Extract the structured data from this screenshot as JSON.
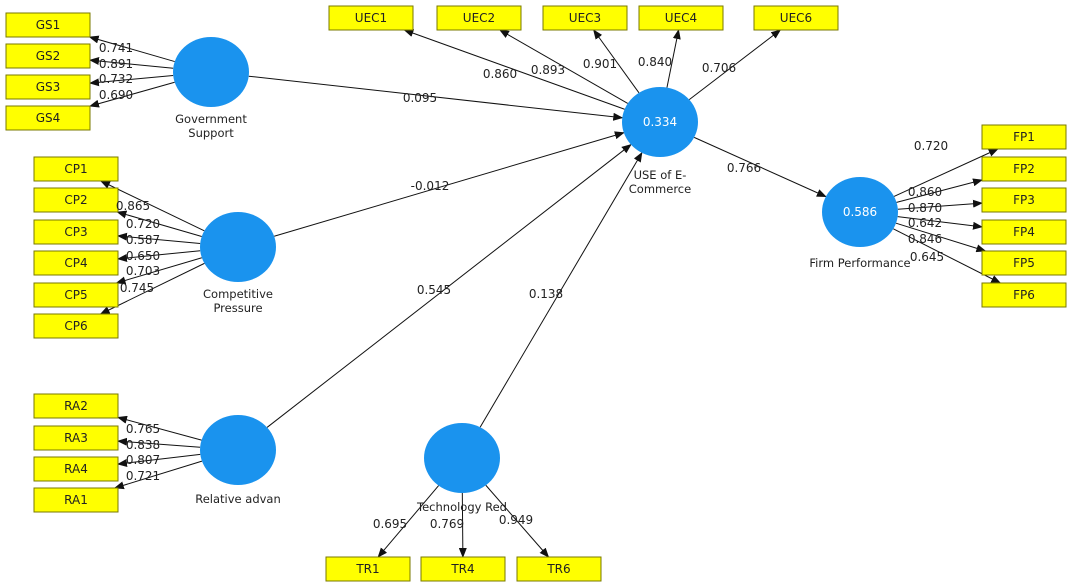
{
  "constructs": [
    {
      "id": "gs",
      "label_lines": [
        "Government",
        "Support"
      ],
      "r2": ""
    },
    {
      "id": "cp",
      "label_lines": [
        "Competitive",
        "Pressure"
      ],
      "r2": ""
    },
    {
      "id": "ra",
      "label_lines": [
        "Relative advan"
      ],
      "r2": ""
    },
    {
      "id": "tr",
      "label_lines": [
        "Technology Red"
      ],
      "r2": ""
    },
    {
      "id": "uec",
      "label_lines": [
        "USE of E-",
        "Commerce"
      ],
      "r2": "0.334"
    },
    {
      "id": "fp",
      "label_lines": [
        "Firm Performance"
      ],
      "r2": "0.586"
    }
  ],
  "indicators": [
    {
      "label": "GS1",
      "construct": "gs",
      "loading": "0.741"
    },
    {
      "label": "GS2",
      "construct": "gs",
      "loading": "0.891"
    },
    {
      "label": "GS3",
      "construct": "gs",
      "loading": "0.732"
    },
    {
      "label": "GS4",
      "construct": "gs",
      "loading": "0.690"
    },
    {
      "label": "CP1",
      "construct": "cp",
      "loading": "0.865"
    },
    {
      "label": "CP2",
      "construct": "cp",
      "loading": "0.720"
    },
    {
      "label": "CP3",
      "construct": "cp",
      "loading": "0.587"
    },
    {
      "label": "CP4",
      "construct": "cp",
      "loading": "0.650"
    },
    {
      "label": "CP5",
      "construct": "cp",
      "loading": "0.703"
    },
    {
      "label": "CP6",
      "construct": "cp",
      "loading": "0.745"
    },
    {
      "label": "RA2",
      "construct": "ra",
      "loading": "0.765"
    },
    {
      "label": "RA3",
      "construct": "ra",
      "loading": "0.838"
    },
    {
      "label": "RA4",
      "construct": "ra",
      "loading": "0.807"
    },
    {
      "label": "RA1",
      "construct": "ra",
      "loading": "0.721"
    },
    {
      "label": "TR1",
      "construct": "tr",
      "loading": "0.695"
    },
    {
      "label": "TR4",
      "construct": "tr",
      "loading": "0.769"
    },
    {
      "label": "TR6",
      "construct": "tr",
      "loading": "0.949"
    },
    {
      "label": "UEC1",
      "construct": "uec",
      "loading": "0.860"
    },
    {
      "label": "UEC2",
      "construct": "uec",
      "loading": "0.893"
    },
    {
      "label": "UEC3",
      "construct": "uec",
      "loading": "0.901"
    },
    {
      "label": "UEC4",
      "construct": "uec",
      "loading": "0.840"
    },
    {
      "label": "UEC6",
      "construct": "uec",
      "loading": "0.706"
    },
    {
      "label": "FP1",
      "construct": "fp",
      "loading": "0.720"
    },
    {
      "label": "FP2",
      "construct": "fp",
      "loading": "0.860"
    },
    {
      "label": "FP3",
      "construct": "fp",
      "loading": "0.870"
    },
    {
      "label": "FP4",
      "construct": "fp",
      "loading": "0.642"
    },
    {
      "label": "FP5",
      "construct": "fp",
      "loading": "0.846"
    },
    {
      "label": "FP6",
      "construct": "fp",
      "loading": "0.645"
    }
  ],
  "paths": [
    {
      "from": "gs",
      "to": "uec",
      "coef": "0.095"
    },
    {
      "from": "cp",
      "to": "uec",
      "coef": "-0.012"
    },
    {
      "from": "ra",
      "to": "uec",
      "coef": "0.545"
    },
    {
      "from": "tr",
      "to": "uec",
      "coef": "0.138"
    },
    {
      "from": "uec",
      "to": "fp",
      "coef": "0.766"
    }
  ],
  "colors": {
    "construct": "#1a93ee",
    "indicator": "#ffff00"
  }
}
